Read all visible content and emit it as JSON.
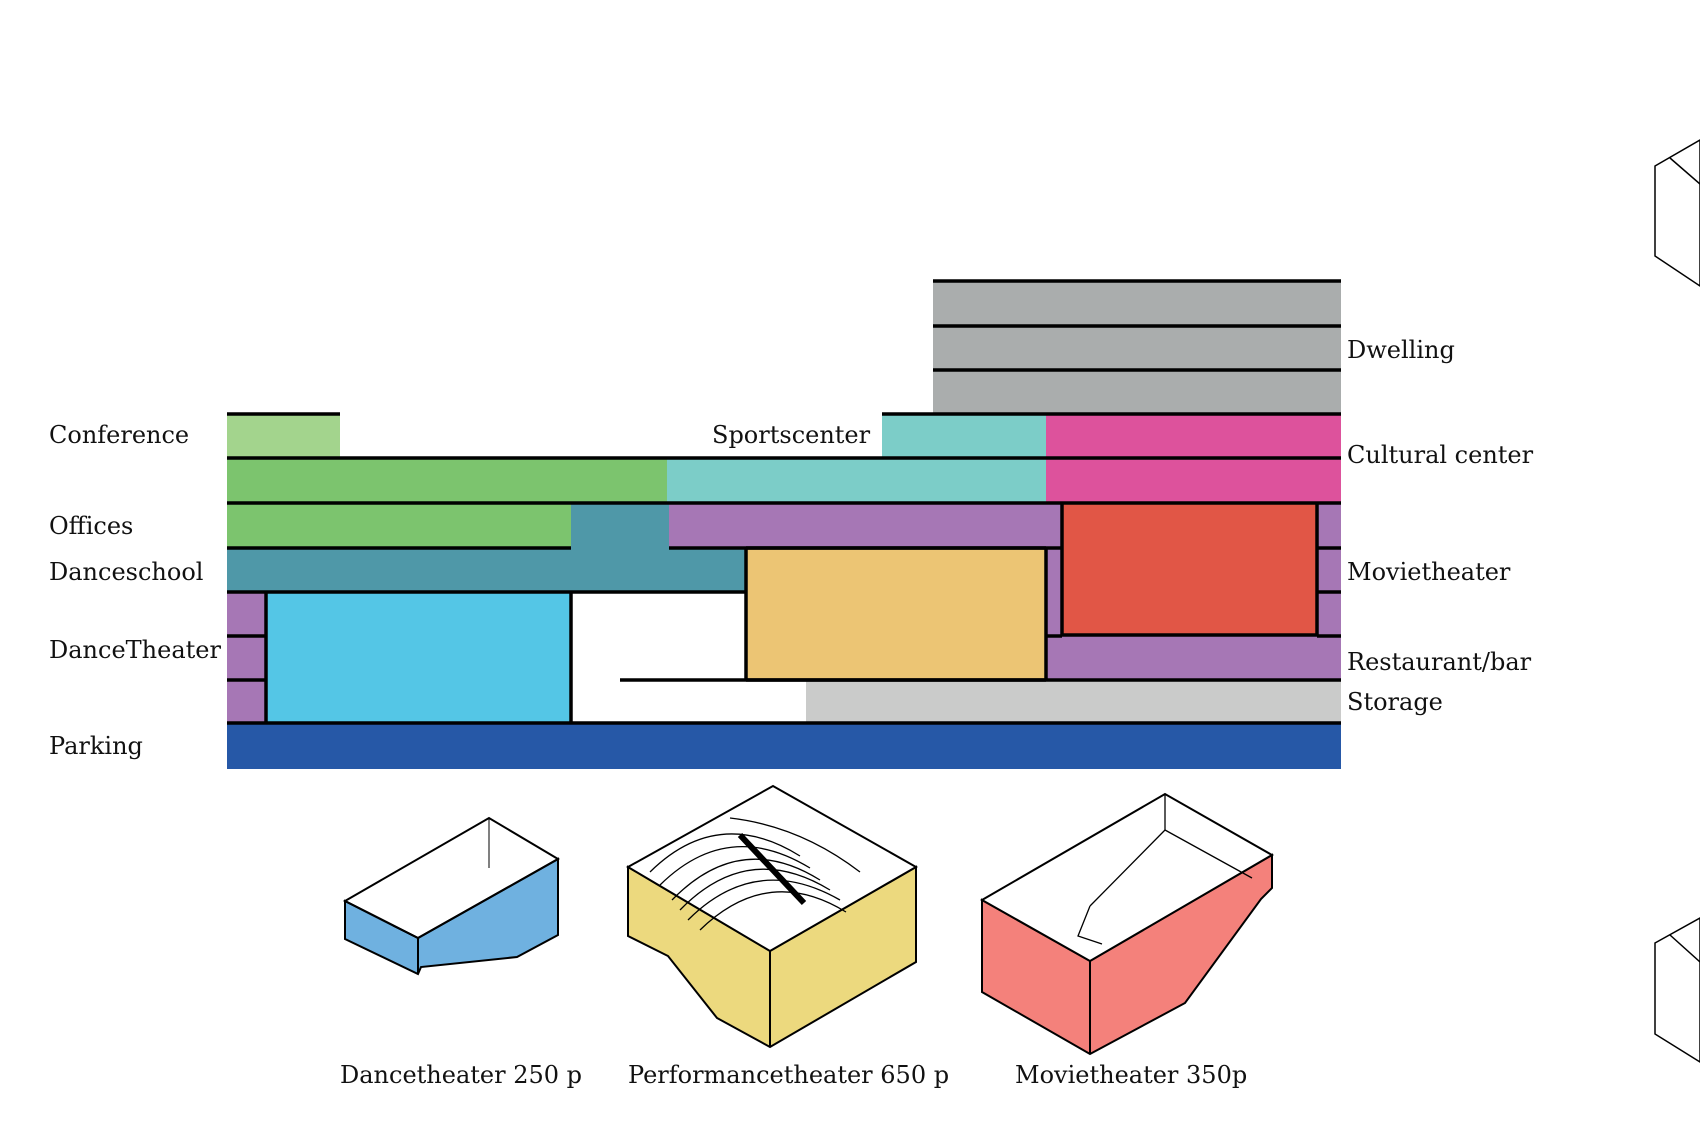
{
  "labels": {
    "conference": "Conference",
    "offices": "Offices",
    "danceschool": "Danceschool",
    "dancetheater": "DanceTheater",
    "parking": "Parking",
    "sportscenter": "Sportscenter",
    "dwelling": "Dwelling",
    "cultural_center": "Cultural center",
    "movietheater": "Movietheater",
    "restaurant_bar": "Restaurant/bar",
    "storage": "Storage"
  },
  "captions": {
    "dancetheater": "Dancetheater 250 p",
    "performancetheater": "Performancetheater 650 p",
    "movietheater": "Movietheater 350p"
  },
  "colors": {
    "conference": "#a3d48d",
    "offices": "#7cc46e",
    "sportscenter": "#7ccdc8",
    "cultural_center": "#dd529c",
    "dwelling": "#aaadad",
    "danceschool": "#4f98a8",
    "restaurant_bar": "#a677b5",
    "movietheater": "#e15646",
    "performancetheater": "#ecc574",
    "dancetheater": "#54c6e6",
    "storage": "#cacbca",
    "parking": "#2658a7",
    "iso_dancetheater": "#6fb1e0",
    "iso_performancetheater": "#ecd97e",
    "iso_movietheater": "#f4817b"
  }
}
